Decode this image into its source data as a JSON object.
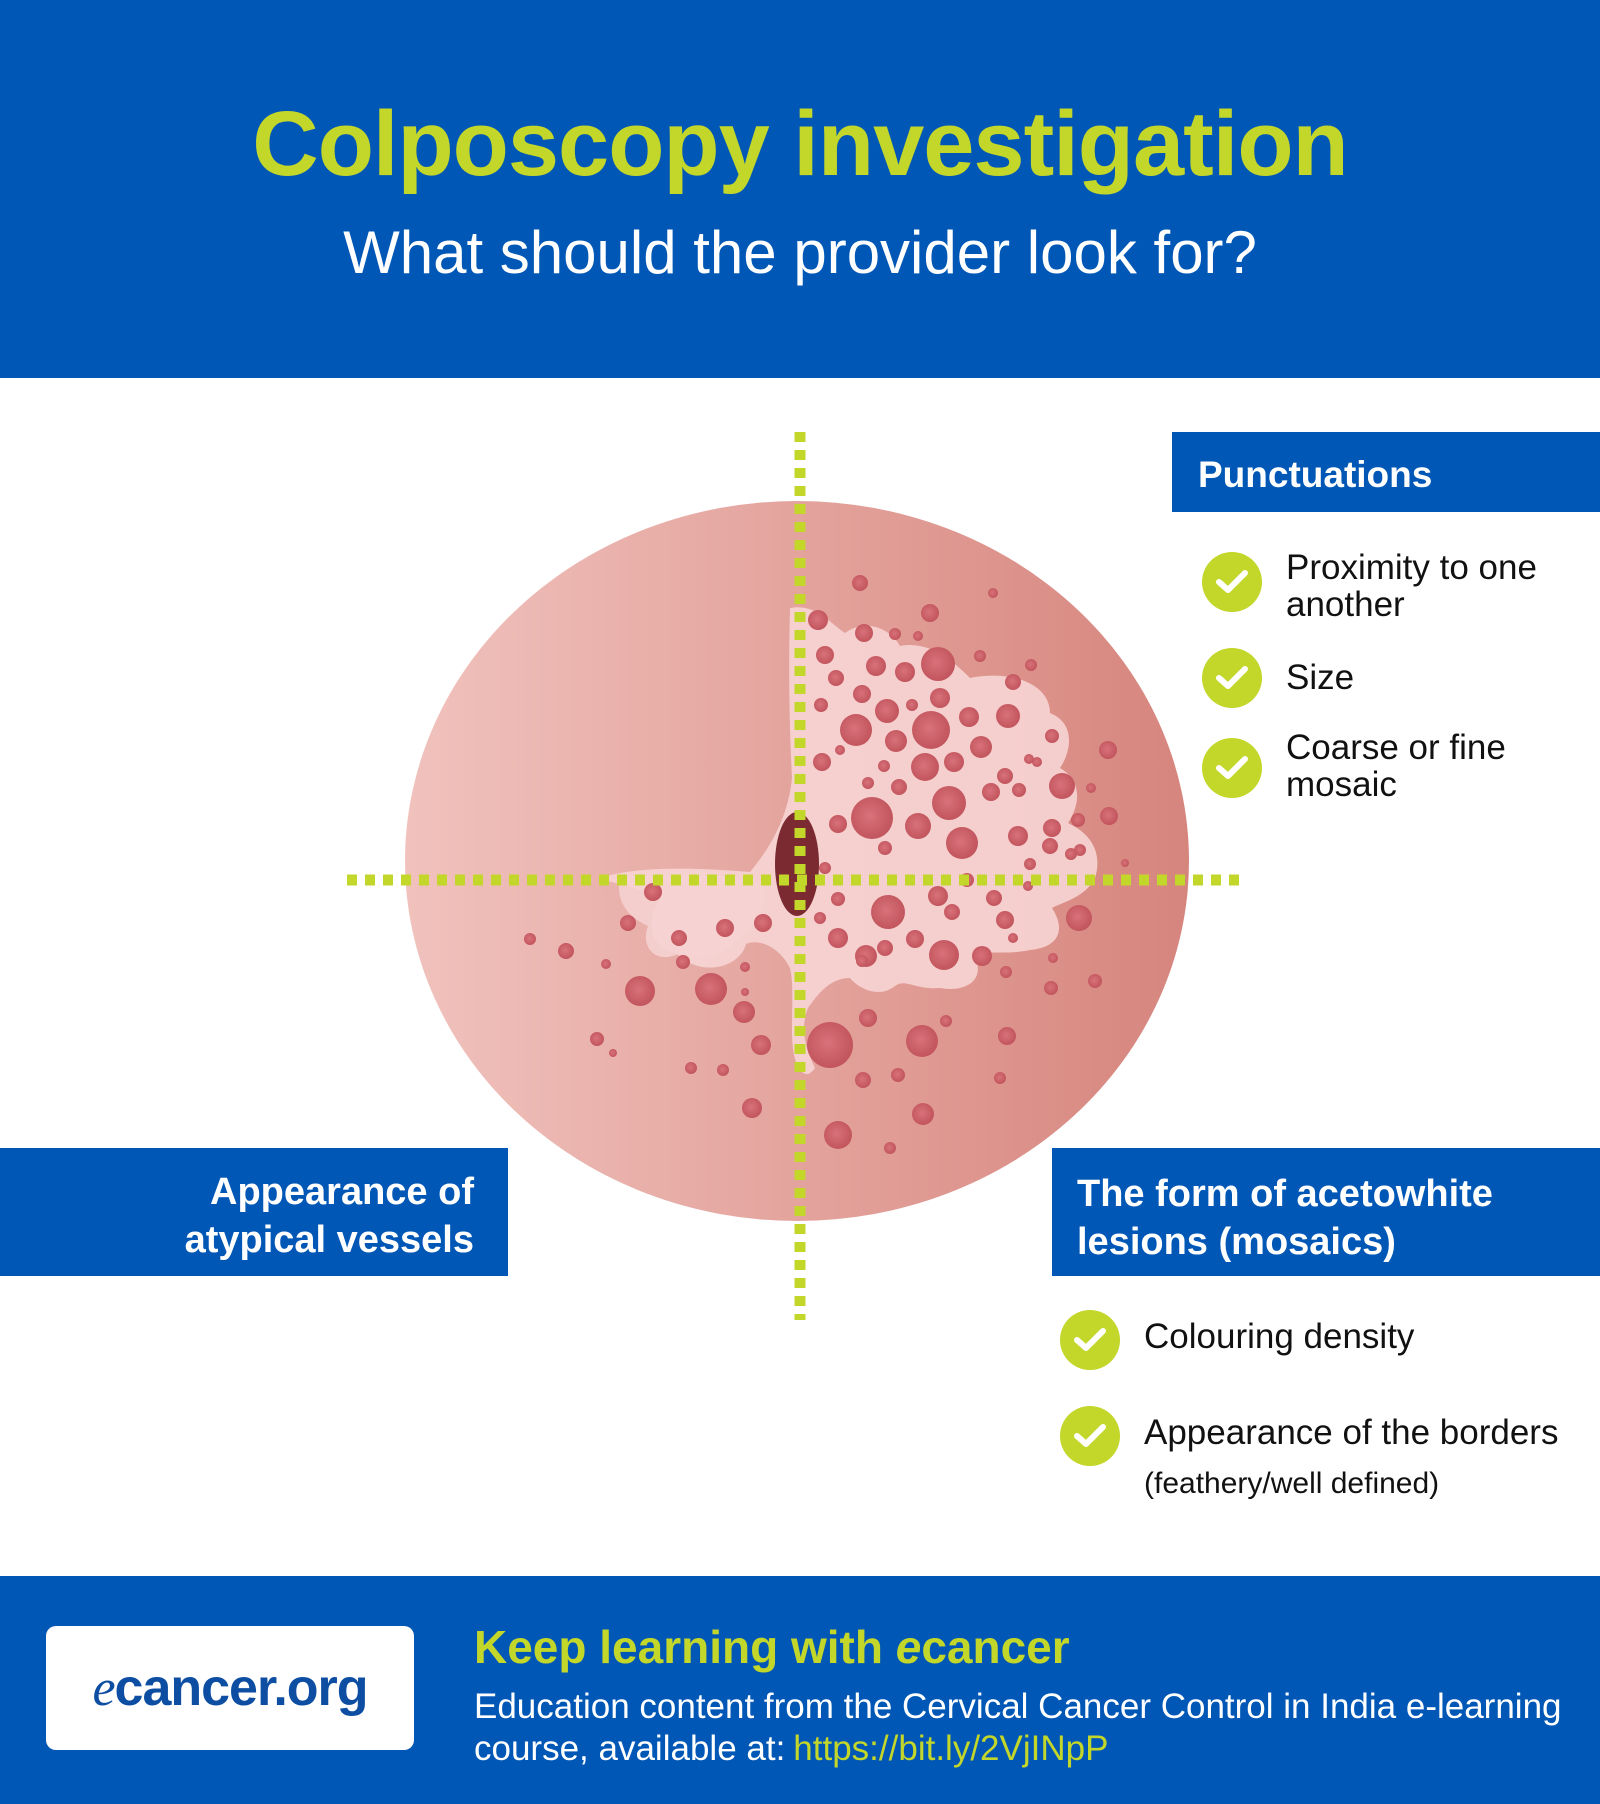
{
  "header": {
    "title": "Colposcopy investigation",
    "subtitle": "What should the provider look for?"
  },
  "diagram": {
    "illustration": "cervix-with-lesions-and-crosshair",
    "colors": {
      "cervix_light": "#f1c2bd",
      "cervix_dark": "#d6857d",
      "lesion": "#f6d4d2",
      "spot": "#c95a62",
      "os": "#7a2a30",
      "crosshair": "#c3d62a"
    }
  },
  "punctuations": {
    "title": "Punctuations",
    "items": [
      {
        "text": "Proximity to one another",
        "icon": "check-icon"
      },
      {
        "text": "Size",
        "icon": "check-icon"
      },
      {
        "text": "Coarse or fine mosaic",
        "icon": "check-icon"
      }
    ]
  },
  "vessels": {
    "title": "Appearance of atypical vessels"
  },
  "acetowhite": {
    "title": "The form of acetowhite lesions (mosaics)",
    "items": [
      {
        "text": "Colouring density",
        "sub": "",
        "icon": "check-icon"
      },
      {
        "text": "Appearance of the borders",
        "sub": "(feathery/well defined)",
        "icon": "check-icon"
      }
    ]
  },
  "footer": {
    "logo_e": "e",
    "logo_rest": "cancer.org",
    "heading_prefix": "Keep learning with ",
    "heading_italic": "e",
    "heading_suffix": "cancer",
    "body": "Education content from the Cervical Cancer Control in India e-learning course, available at:",
    "link": "https://bit.ly/2VjINpP"
  },
  "colors": {
    "brand_blue": "#0157b6",
    "accent_green": "#c3d62a",
    "white": "#ffffff"
  }
}
